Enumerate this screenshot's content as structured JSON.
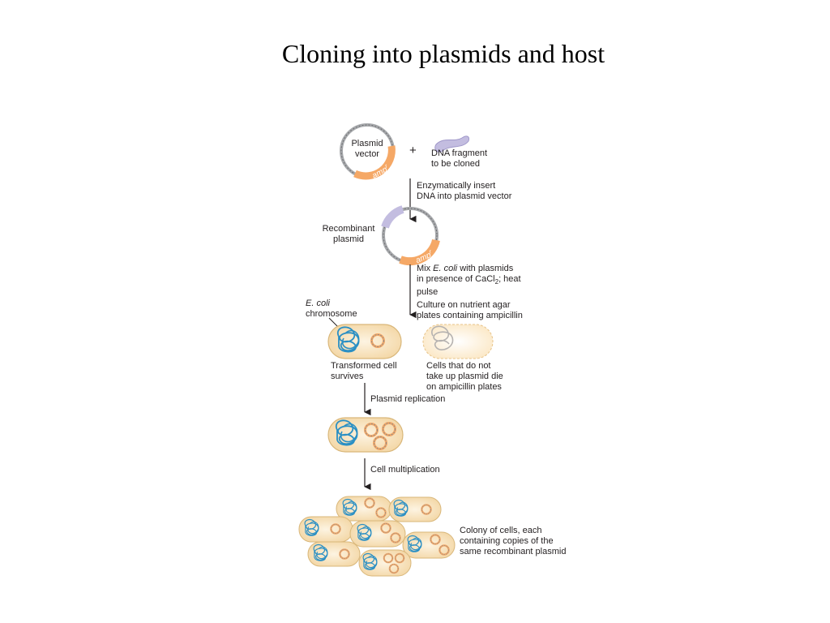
{
  "title": "Cloning into plasmids and host",
  "diagram": {
    "plasmid_vector": [
      "Plasmid",
      "vector"
    ],
    "amp_label": "amp",
    "amp_superscript": "r",
    "plus_sign": "+",
    "dna_fragment": [
      "DNA fragment",
      "to be cloned"
    ],
    "step1": [
      "Enzymatically insert",
      "DNA into plasmid vector"
    ],
    "recombinant_plasmid": [
      "Recombinant",
      "plasmid"
    ],
    "step2_line1_a": "Mix ",
    "step2_line1_b": "E. coli",
    "step2_line1_c": " with plasmids",
    "step2_line2_a": "in presence of CaCl",
    "step2_line2_sub": "2",
    "step2_line2_b": "; heat",
    "step2_line3": "pulse",
    "step3": [
      "Culture on nutrient agar",
      "plates containing ampicillin"
    ],
    "ecoli_chromosome_italic": "E. coli",
    "ecoli_chromosome": "chromosome",
    "transformed_cell": [
      "Transformed cell",
      "survives"
    ],
    "cells_die": [
      "Cells that do not",
      "take up plasmid die",
      "on ampicillin plates"
    ],
    "plasmid_replication": "Plasmid replication",
    "cell_multiplication": "Cell multiplication",
    "colony": [
      "Colony of cells, each",
      "containing copies of the",
      "same recombinant plasmid"
    ]
  },
  "colors": {
    "cell_fill": "#f6e0b5",
    "cell_stroke": "#d9b77a",
    "chromosome": "#2a8fc4",
    "plasmid_orange": "#f5a866",
    "insert_purple": "#c3bde0",
    "gray_dna": "#a7a9ac"
  }
}
